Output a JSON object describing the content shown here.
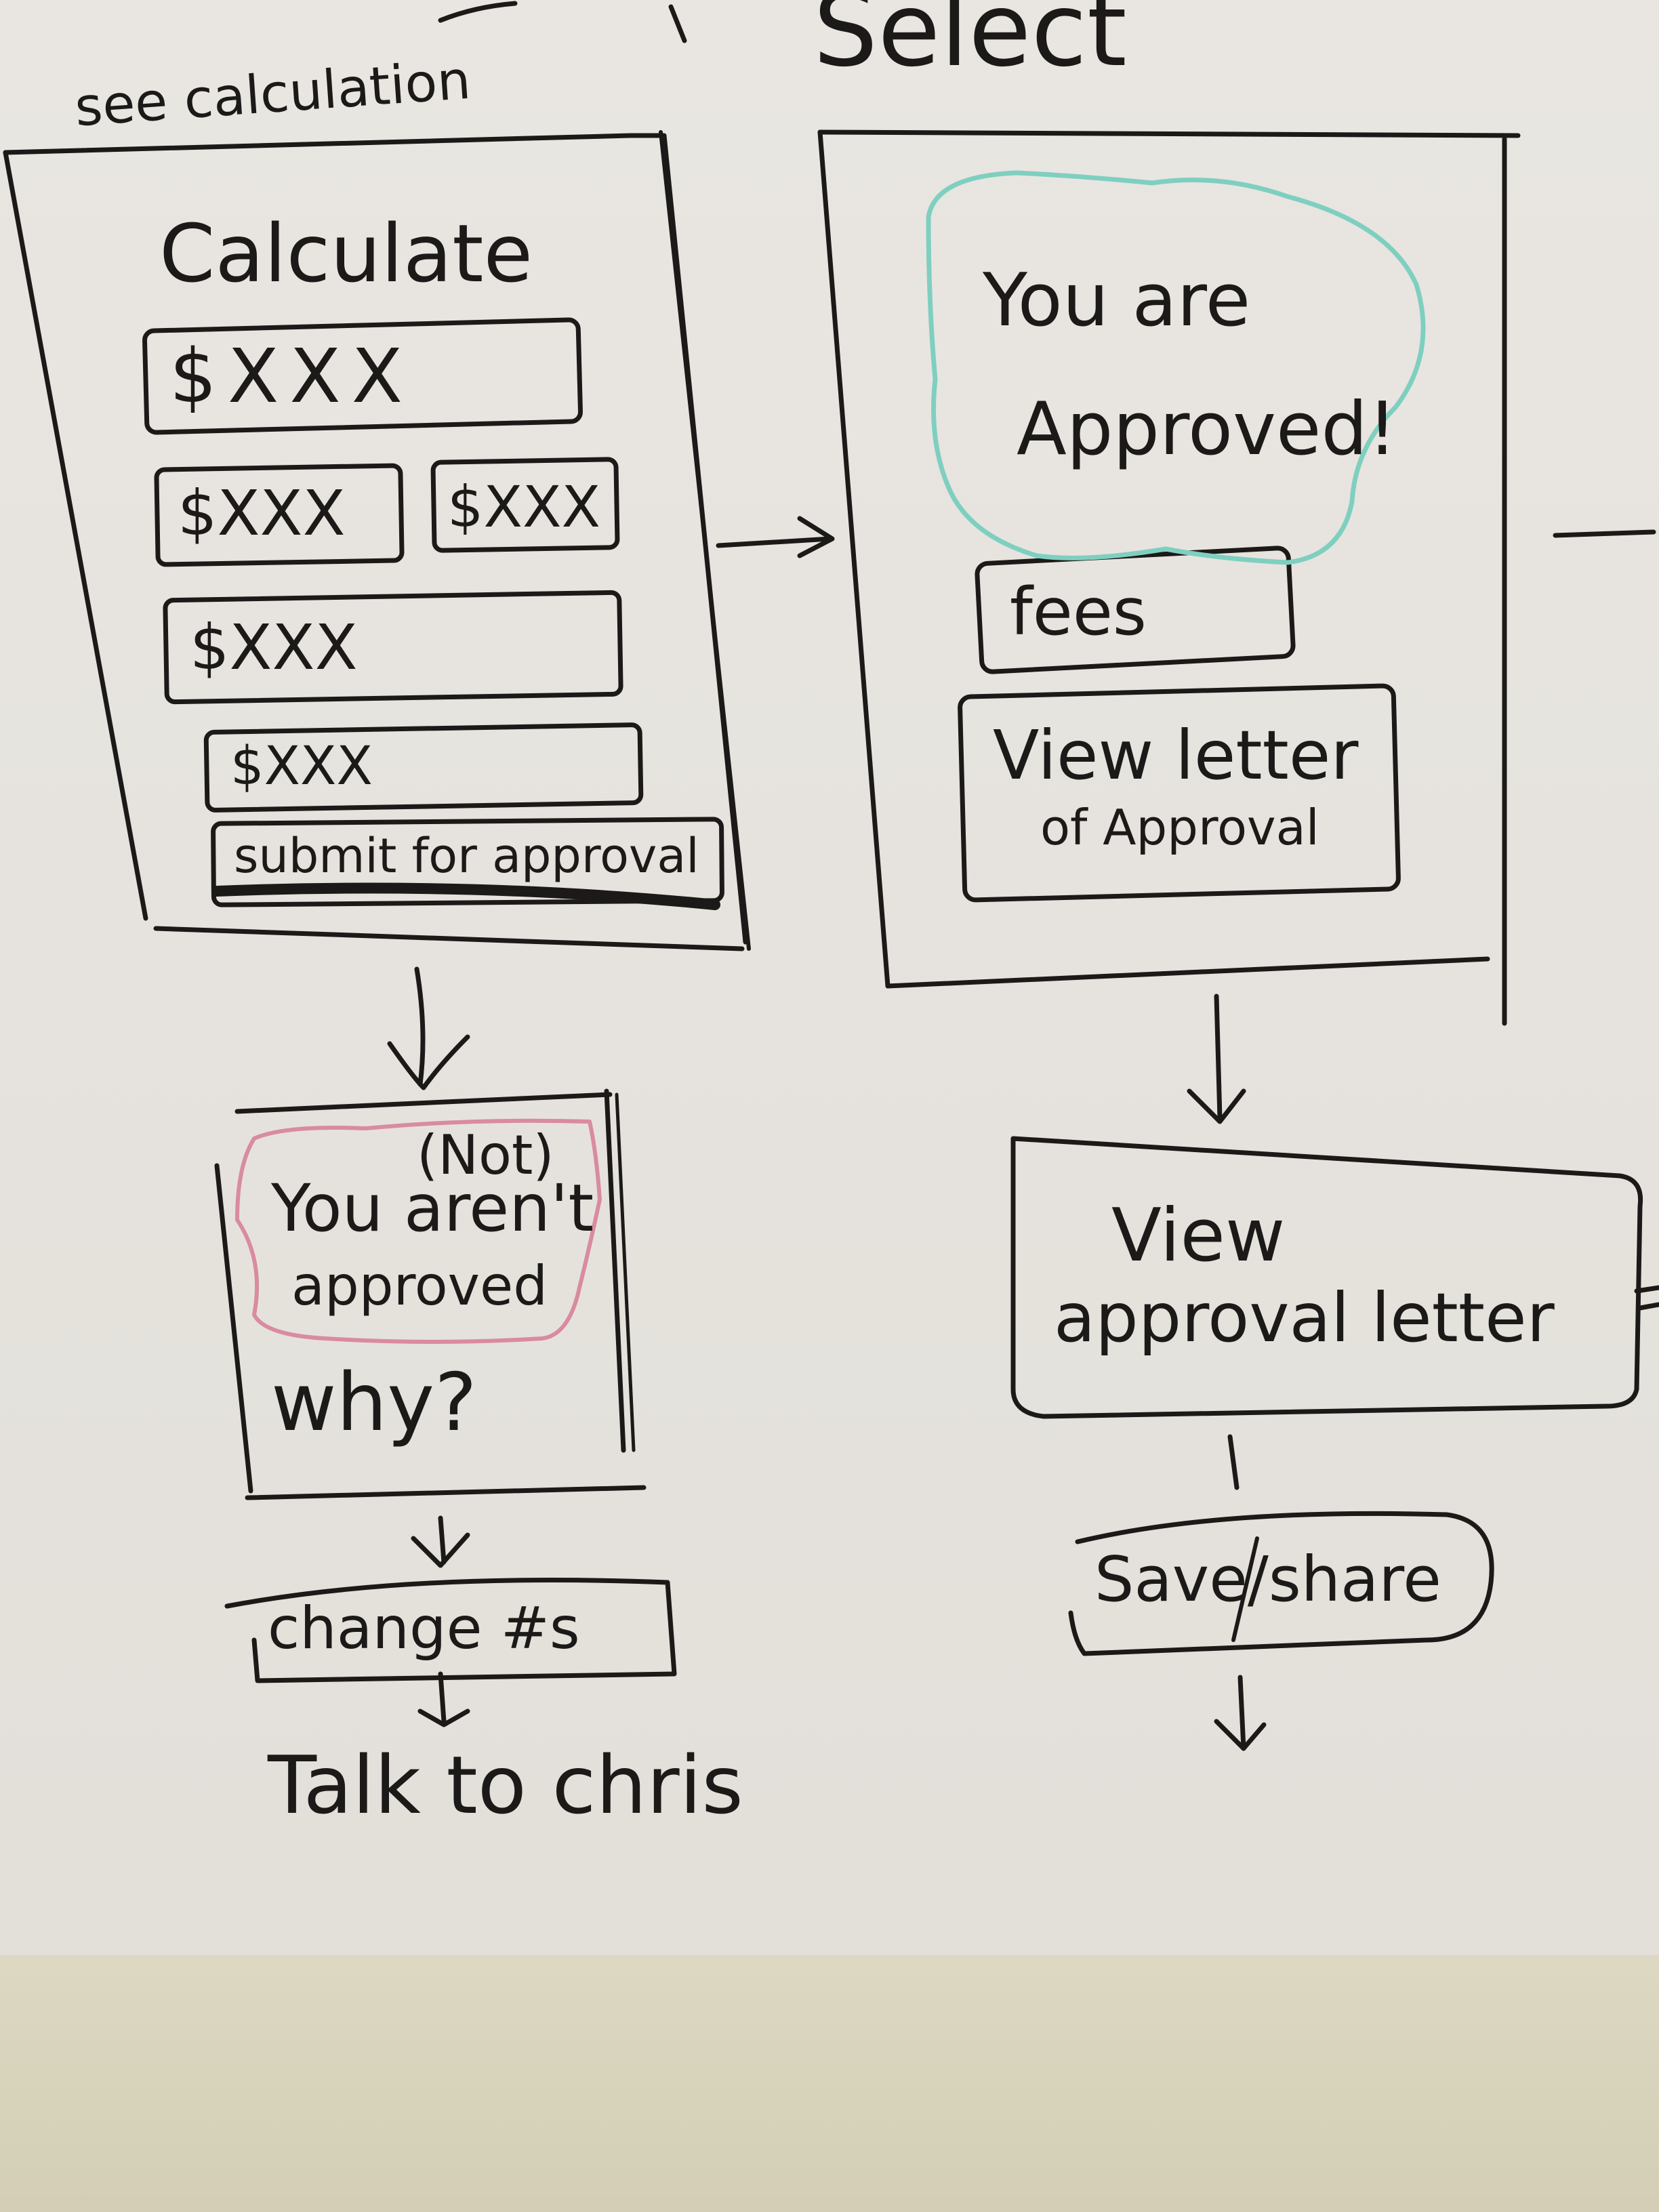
{
  "header": {
    "see_calculation": "see calculation",
    "select": "Select"
  },
  "calculate_screen": {
    "title": "Calculate",
    "field_1": "$XXX",
    "field_2a": "$XXX",
    "field_2b": "$XXX",
    "field_3": "$XXX",
    "field_4": "$XXX",
    "submit_button": "submit for approval"
  },
  "approved_screen": {
    "message_line1": "You are",
    "message_line2": "Approved!",
    "fees_button": "fees",
    "view_letter_line1": "View letter",
    "view_letter_line2": "of Approval"
  },
  "not_approved_screen": {
    "not_label": "(Not)",
    "message_line1": "You aren't",
    "message_line2": "approved",
    "why": "why?"
  },
  "change_numbers_button": "change #s",
  "talk_to_chris": "Talk to chris",
  "view_approval_letter": {
    "line1": "View",
    "line2": "approval letter"
  },
  "save_share_button": "Save/share",
  "colors": {
    "marker_black": "#1c1a18",
    "highlight_teal": "#7fcfc0",
    "highlight_pink": "#d98ba0",
    "wall_beige": "#d6d1b9"
  }
}
